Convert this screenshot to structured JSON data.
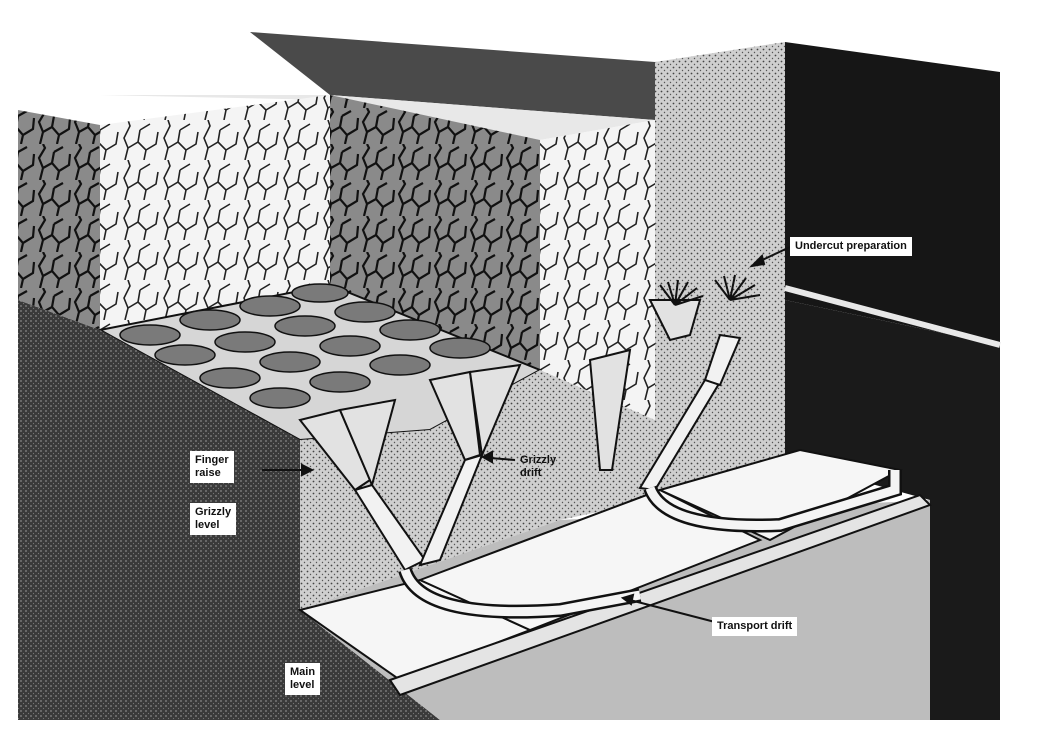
{
  "labels": {
    "undercut": "Undercut preparation",
    "finger_raise": "Finger\nraise",
    "grizzly_level": "Grizzly\nlevel",
    "grizzly_drift": "Grizzly\ndrift",
    "transport_drift": "Transport drift",
    "main_level": "Main\nlevel"
  },
  "colors": {
    "ink": "#111111",
    "paper": "#ffffff",
    "dark_rock": "#1e1e1e",
    "mid_rock": "#6b6b6b",
    "light_rock": "#b9b9b9"
  }
}
